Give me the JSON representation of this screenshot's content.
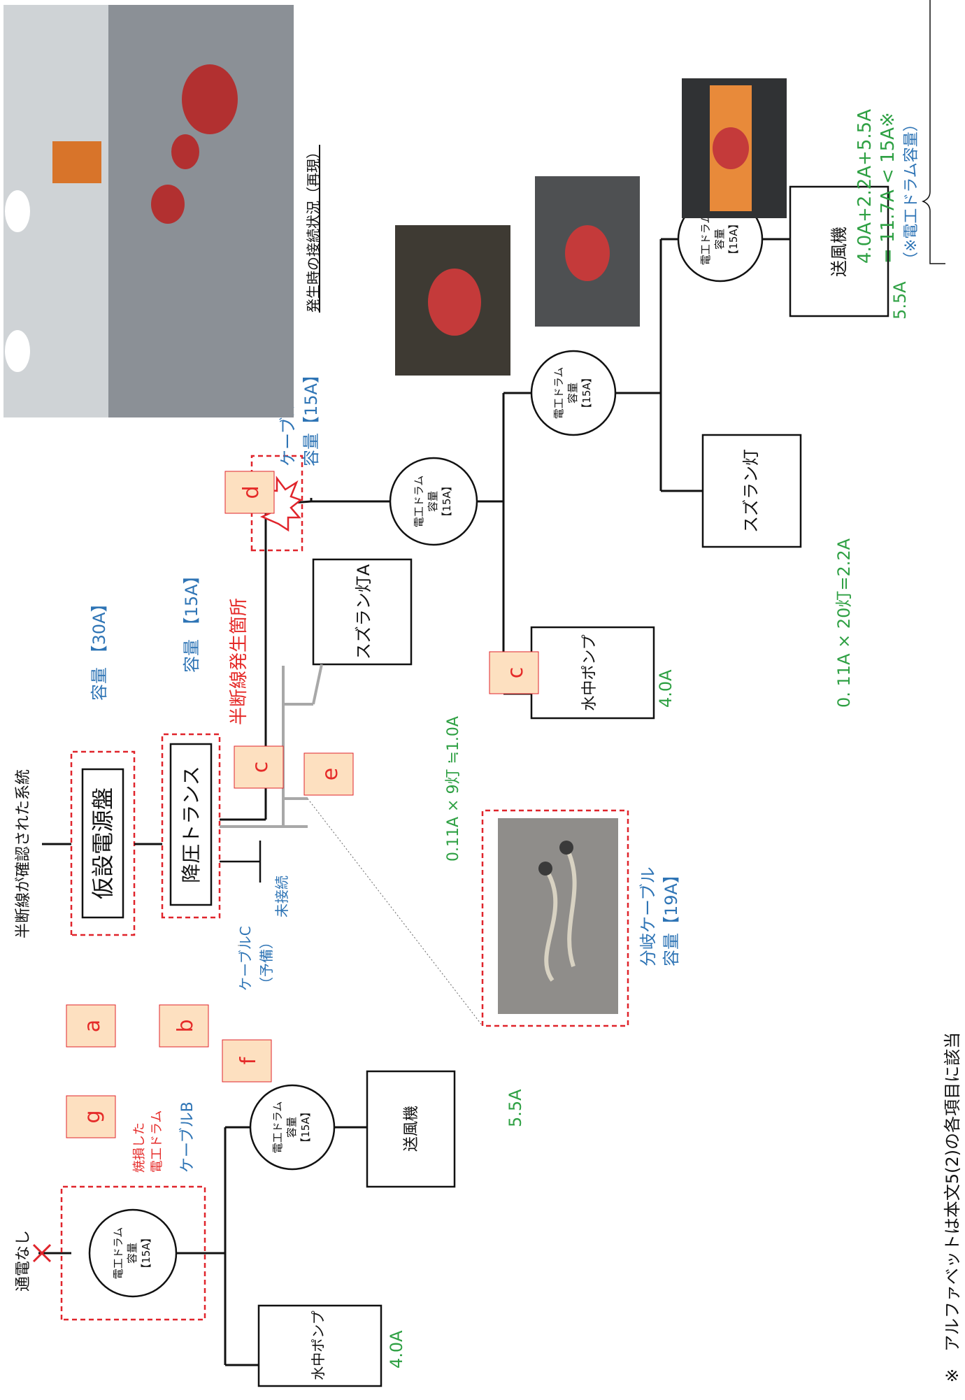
{
  "colors": {
    "black": "#111111",
    "label_red": "#e52a28",
    "label_blue": "#2e74b5",
    "value_green": "#2ea043",
    "badge_fill": "#fde0c0",
    "dashed_red": "#e0242b",
    "gray_cable": "#a8a8a8"
  },
  "top_system": {
    "title": "半断線が確認された系統",
    "panel": "仮設電源盤",
    "panel_capacity": "容量 【30A】",
    "transformer": "降圧トランス",
    "transformer_capacity": "容量 【15A】",
    "unconnected": "未接続",
    "cable_c": "ケーブルC",
    "cable_c_note": "（予備）",
    "break_label": "半断線発生箇所",
    "cable_a": "ケーブルA",
    "cable_a_capacity": "容量【15A】",
    "spot_light_a": "スズラン灯A",
    "spot_light_a_value": "0.11A × 9灯 ≒1.0A",
    "branch_cable": "分岐ケーブル",
    "branch_cable_capacity": "容量【19A】",
    "pump": "水中ポンプ",
    "pump_value": "4.0A",
    "spot_light": "スズラン灯",
    "spot_light_value": "0. 11A × 20灯=2.2A",
    "blower": "送風機",
    "blower_value": "5.5A",
    "sum_line1": "4.0A+2.2A+5.5A",
    "sum_line2": "= 11.7A < 15A※",
    "sum_line3": "（※電工ドラム容量）",
    "photo_caption": "発生時の接続状況（再現）"
  },
  "drum": {
    "line1": "電工ドラム",
    "line2": "容量",
    "line3": "【15A】"
  },
  "bottom_system": {
    "no_power": "通電なし",
    "burned_drum": "焼損した",
    "burned_drum2": "電工ドラム",
    "cable_b": "ケーブルB",
    "pump": "水中ポンプ",
    "pump_value": "4.0A",
    "blower": "送風機",
    "blower_value": "5.5A"
  },
  "badges": [
    "a",
    "b",
    "c",
    "c",
    "d",
    "e",
    "f",
    "g"
  ],
  "footnote": "※　アルファベットは本文5(2)の各項目に該当"
}
